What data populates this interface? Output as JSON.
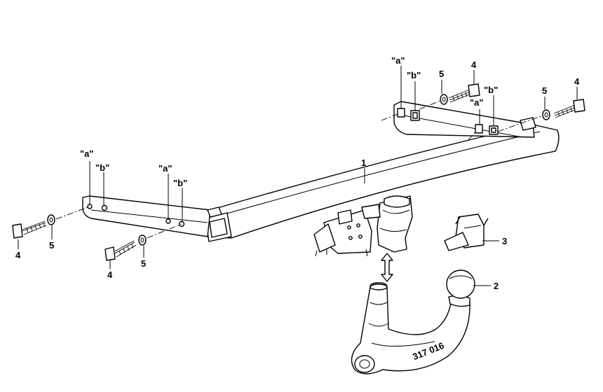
{
  "diagram": {
    "part_labels": {
      "crossmember": "1",
      "ball_neck": "2",
      "locking_clip": "3",
      "bolt": "4",
      "washer": "5",
      "hole_a": "\"a\"",
      "hole_b": "\"b\""
    },
    "part_number": "317 016"
  }
}
